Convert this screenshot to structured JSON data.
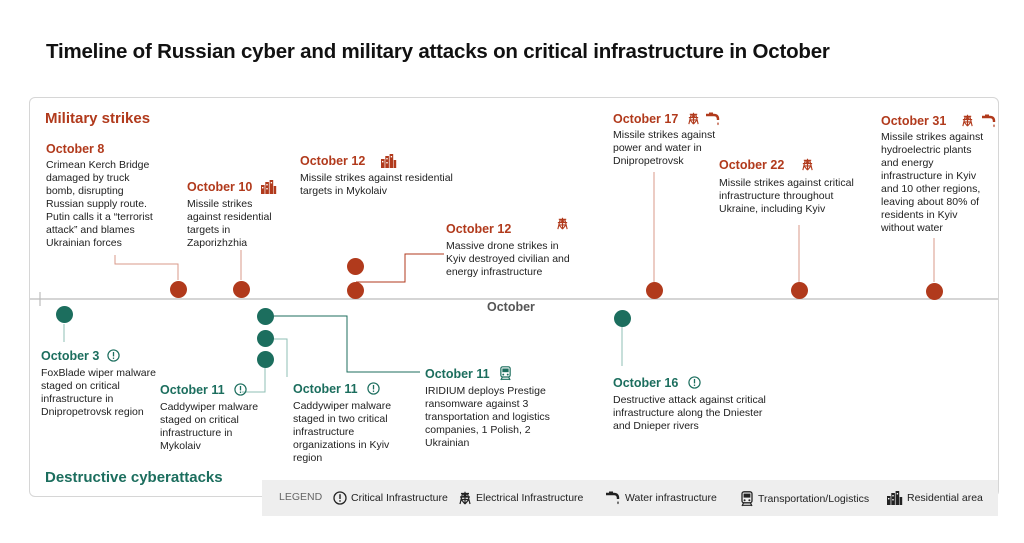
{
  "title": "Timeline of Russian cyber and military attacks on critical infrastructure in October",
  "sections": {
    "military": "Military strikes",
    "cyber": "Destructive cyberattacks"
  },
  "axis_label": "October",
  "colors": {
    "military": "#b13a1c",
    "cyber": "#1c6e5e",
    "axis": "#bcbcbc"
  },
  "military_events": [
    {
      "date": "October 8",
      "text": "Crimean Kerch Bridge damaged by truck bomb, disrupting Russian supply route. Putin calls it a “terrorist attack” and blames Ukrainian forces",
      "icons": []
    },
    {
      "date": "October 10",
      "text": "Missile strikes against residential targets in Zaporizhzhia",
      "icons": [
        "residential-icon"
      ]
    },
    {
      "date": "October 12",
      "text": "Missile strikes against residential targets in Mykolaiv",
      "icons": [
        "residential-icon"
      ]
    },
    {
      "date": "October 12",
      "text": "Massive drone strikes in Kyiv destroyed civilian and energy infrastructure",
      "icons": [
        "electrical-icon"
      ]
    },
    {
      "date": "October 17",
      "text": "Missile strikes against power and water in Dnipropetrovsk",
      "icons": [
        "electrical-icon",
        "water-icon"
      ]
    },
    {
      "date": "October 22",
      "text": "Missile strikes against critical infrastructure  throughout Ukraine, including  Kyiv",
      "icons": [
        "electrical-icon"
      ]
    },
    {
      "date": "October 31",
      "text": "Missile strikes against hydroelectric plants and energy infrastructure in Kyiv and 10 other regions, leaving about 80% of residents in Kyiv without water",
      "icons": [
        "electrical-icon",
        "water-icon"
      ]
    }
  ],
  "cyber_events": [
    {
      "date": "October 3",
      "text": "FoxBlade wiper malware staged on critical infrastructure in Dnipropetrovsk region",
      "icons": [
        "critical-icon"
      ]
    },
    {
      "date": "October 11",
      "text": "Caddywiper malware staged on critical infrastructure in Mykolaiv",
      "icons": [
        "critical-icon"
      ]
    },
    {
      "date": "October 11",
      "text": "Caddywiper malware staged in two critical infrastructure organizations in Kyiv region",
      "icons": [
        "critical-icon"
      ]
    },
    {
      "date": "October 11",
      "text": "IRIDIUM  deploys Prestige ransomware against 3 transportation and logistics companies, 1 Polish, 2 Ukrainian",
      "icons": [
        "transport-icon"
      ]
    },
    {
      "date": "October 16",
      "text": "Destructive attack against critical infrastructure along the Dniester and Dnieper rivers",
      "icons": [
        "critical-icon"
      ]
    }
  ],
  "legend": {
    "title": "LEGEND",
    "items": [
      {
        "icon": "critical-icon",
        "label": "Critical Infrastructure"
      },
      {
        "icon": "electrical-icon",
        "label": "Electrical Infrastructure"
      },
      {
        "icon": "water-icon",
        "label": "Water infrastructure"
      },
      {
        "icon": "transport-icon",
        "label": "Transportation/Logistics"
      },
      {
        "icon": "residential-icon",
        "label": "Residential area"
      }
    ]
  }
}
